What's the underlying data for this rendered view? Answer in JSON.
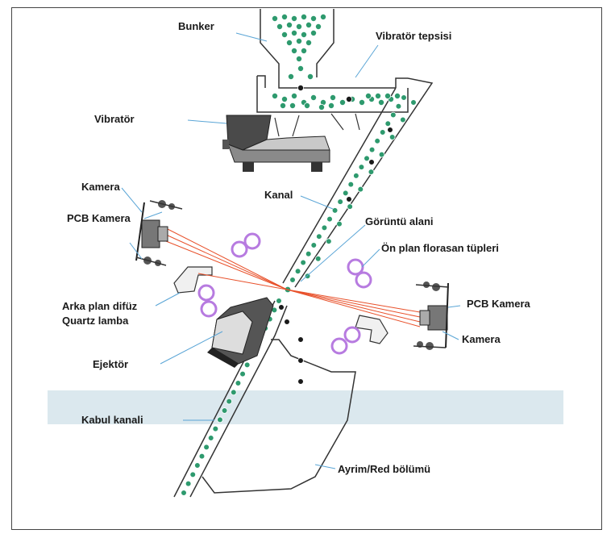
{
  "labels": {
    "bunker": "Bunker",
    "vibrator_tray": "Vibratör tepsisi",
    "vibrator": "Vibratör",
    "channel": "Kanal",
    "camera_left": "Kamera",
    "pcb_camera_left": "PCB Kamera",
    "image_area": "Görüntü alani",
    "foreground_tubes": "Ön plan florasan tüpleri",
    "background_lamp_line1": "Arka plan difüz",
    "background_lamp_line2": "Quartz lamba",
    "pcb_camera_right": "PCB Kamera",
    "camera_right": "Kamera",
    "ejector": "Ejektör",
    "accept_channel": "Kabul kanali",
    "reject_section": "Ayrim/Red bölümü"
  },
  "colors": {
    "grain": "#2e9a6e",
    "defect": "#1a1a1a",
    "laser": "#e8502a",
    "lamp": "#b77be0",
    "accept_band": "#dbe8ee",
    "leader": "#5aa5d6",
    "line": "#333333"
  }
}
